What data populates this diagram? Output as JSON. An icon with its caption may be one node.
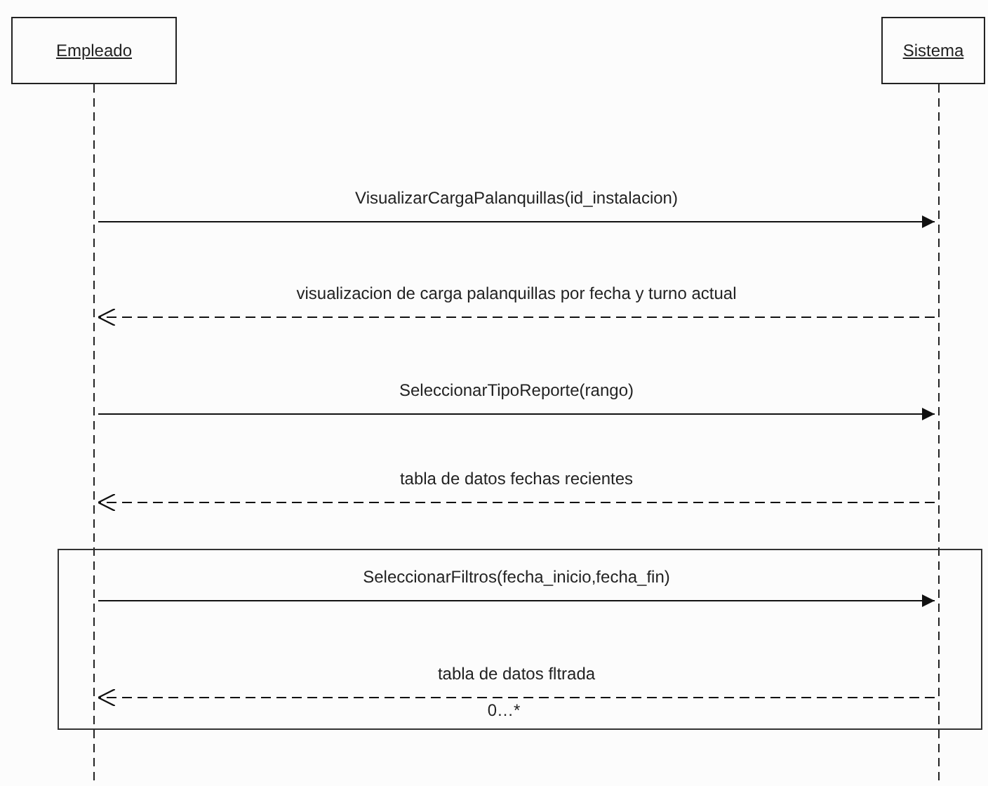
{
  "diagram": {
    "nodes": [
      {
        "text": [
          "Empleado"
        ]
      },
      {
        "text": [
          "Sistema"
        ]
      }
    ],
    "edges": [
      {
        "from": 0,
        "to": 1,
        "arrow": "to",
        "label": "VisualizarCargaPalanquillas(id_instalacion)"
      },
      {
        "from": 1,
        "to": 0,
        "arrow": "to",
        "style": "dashed",
        "label": "visualizacion de carga palanquillas por fecha y turno actual"
      },
      {
        "from": 0,
        "to": 1,
        "arrow": "to",
        "label": "SeleccionarTipoReporte(rango)"
      },
      {
        "from": 1,
        "to": 0,
        "arrow": "to",
        "style": "dashed",
        "label": "tabla de datos fechas recientes"
      },
      {
        "from": 0,
        "to": 1,
        "arrow": "to",
        "label": "SeleccionarFiltros(fecha_inicio,fecha_fin)"
      },
      {
        "from": 1,
        "to": 0,
        "arrow": "to",
        "style": "dashed",
        "label": "tabla de datos fltrada"
      }
    ],
    "labels": [
      "0…*"
    ]
  }
}
